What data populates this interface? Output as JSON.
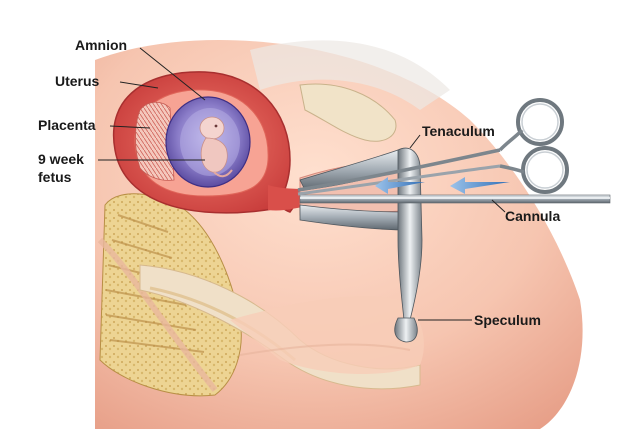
{
  "labels": {
    "amnion": "Amnion",
    "uterus": "Uterus",
    "placenta": "Placenta",
    "fetus_line1": "9 week",
    "fetus_line2": "fetus",
    "tenaculum": "Tenaculum",
    "cannula": "Cannula",
    "speculum": "Speculum"
  },
  "colors": {
    "tissue_pink": "#f2b9a6",
    "uterus_red": "#d94f4a",
    "amniotic_purple": "#6a5aa8",
    "bone": "#e9cf86",
    "instrument_steel": "#9aa3ab",
    "flow_arrow": "#4a86c8"
  }
}
